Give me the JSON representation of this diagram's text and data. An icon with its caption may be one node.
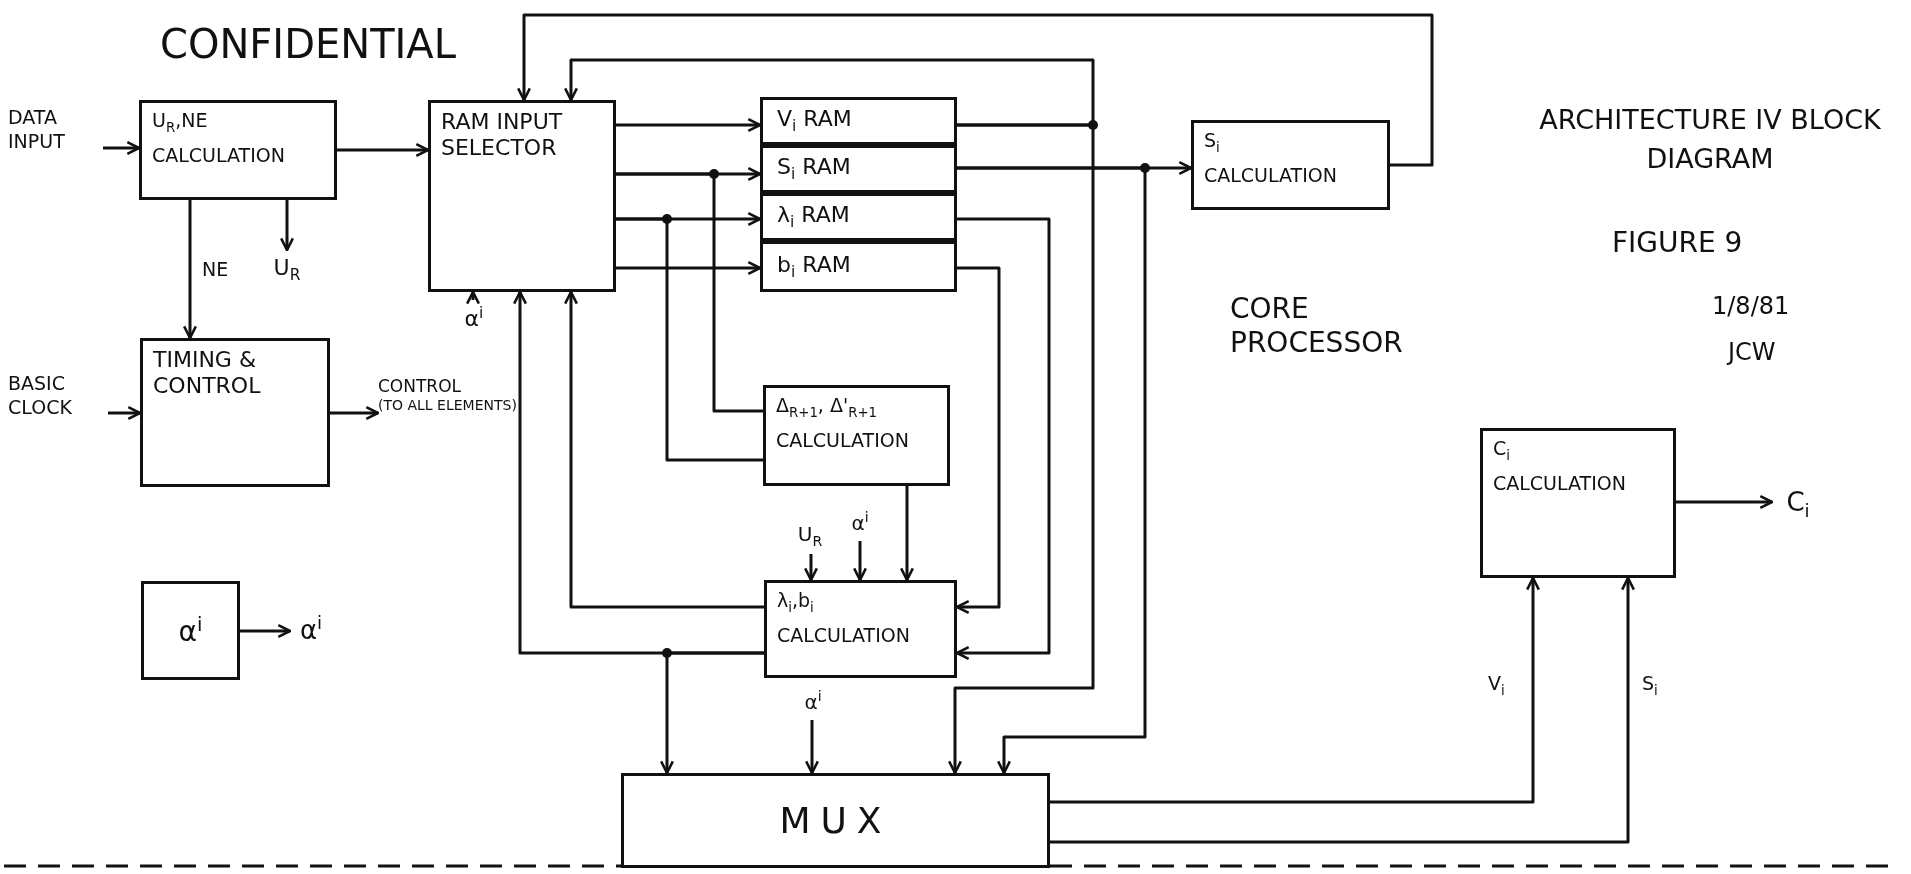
{
  "diagram": {
    "title": "ARCHITECTURE IV BLOCK DIAGRAM",
    "nodes": [
      {
        "text": [
          "DATA INPUT"
        ]
      },
      {
        "text": [
          "U$_{R}$,NE",
          "CALCULATION"
        ]
      },
      {
        "text": [
          "RAM INPUT SELECTOR"
        ]
      },
      {
        "text": [
          "V$_{i}$ RAM"
        ]
      },
      {
        "text": [
          "S$_{i}$ RAM"
        ]
      },
      {
        "text": [
          "λ$_{i}$ RAM"
        ]
      },
      {
        "text": [
          "b$_{i}$ RAM"
        ]
      },
      {
        "text": [
          "S$_{i}$",
          "CALCULATION"
        ]
      },
      {
        "text": [
          "U$_{R}$"
        ]
      },
      {
        "text": [
          "BASIC CLOCK"
        ]
      },
      {
        "text": [
          "TIMING & CONTROL"
        ]
      },
      {
        "text": [
          "CONTROL",
          "(TO ALL ELEMENTS)"
        ]
      },
      {
        "text": [
          "α$^{i}$"
        ]
      },
      {
        "text": [
          "Δ$_{R+1}$, Δ'$_{R+1}$",
          "CALCULATION"
        ]
      },
      {
        "text": [
          "U$_{R}$"
        ]
      },
      {
        "text": [
          "α$^{i}$"
        ]
      },
      {
        "text": [
          "λ$_{i}$,b$_{i}$",
          "CALCULATION"
        ]
      },
      {
        "text": [
          "C$_{i}$",
          "CALCULATION"
        ]
      },
      {
        "text": [
          "C$_{i}$"
        ]
      },
      {
        "text": [
          "α$^{i}$"
        ]
      },
      {
        "text": [
          "α$^{i}$"
        ]
      },
      {
        "text": [
          "α$^{i}$"
        ]
      },
      {
        "text": [
          "MUX"
        ]
      }
    ],
    "edges": [
      {
        "from": 0,
        "to": 1,
        "arrow": "to"
      },
      {
        "from": 1,
        "to": 2,
        "arrow": "to"
      },
      {
        "from": 1,
        "to": 8,
        "arrow": "to"
      },
      {
        "from": 1,
        "to": 10,
        "arrow": "to",
        "label": "NE"
      },
      {
        "from": 9,
        "to": 10,
        "arrow": "to"
      },
      {
        "from": 10,
        "to": 11,
        "arrow": "to"
      },
      {
        "from": 12,
        "to": 2,
        "arrow": "to"
      },
      {
        "from": 2,
        "to": 3,
        "arrow": "to"
      },
      {
        "from": 2,
        "to": 4,
        "arrow": "to"
      },
      {
        "from": 2,
        "to": 5,
        "arrow": "to"
      },
      {
        "from": 2,
        "to": 6,
        "arrow": "to"
      },
      {
        "from": 2,
        "to": 13,
        "arrow": "none"
      },
      {
        "from": 2,
        "to": 13,
        "arrow": "none"
      },
      {
        "from": 3,
        "to": 2,
        "arrow": "to"
      },
      {
        "from": 3,
        "to": 22,
        "arrow": "to"
      },
      {
        "from": 4,
        "to": 7,
        "arrow": "to"
      },
      {
        "from": 4,
        "to": 22,
        "arrow": "to"
      },
      {
        "from": 7,
        "to": 2,
        "arrow": "to"
      },
      {
        "from": 5,
        "to": 16,
        "arrow": "to"
      },
      {
        "from": 6,
        "to": 16,
        "arrow": "to"
      },
      {
        "from": 13,
        "to": 16,
        "arrow": "to"
      },
      {
        "from": 14,
        "to": 16,
        "arrow": "to"
      },
      {
        "from": 15,
        "to": 16,
        "arrow": "to"
      },
      {
        "from": 16,
        "to": 2,
        "arrow": "to"
      },
      {
        "from": 16,
        "to": 2,
        "arrow": "to"
      },
      {
        "from": 16,
        "to": 22,
        "arrow": "to"
      },
      {
        "from": 21,
        "to": 22,
        "arrow": "to"
      },
      {
        "from": 22,
        "to": 17,
        "arrow": "to",
        "label": "V$_{i}$"
      },
      {
        "from": 22,
        "to": 17,
        "arrow": "to",
        "label": "S$_{i}$"
      },
      {
        "from": 17,
        "to": 18,
        "arrow": "to"
      },
      {
        "from": 19,
        "to": 20,
        "arrow": "to"
      }
    ],
    "labels": [
      "CONFIDENTIAL",
      "FIGURE 9",
      "CORE PROCESSOR",
      "1/8/81",
      "JCW"
    ]
  }
}
